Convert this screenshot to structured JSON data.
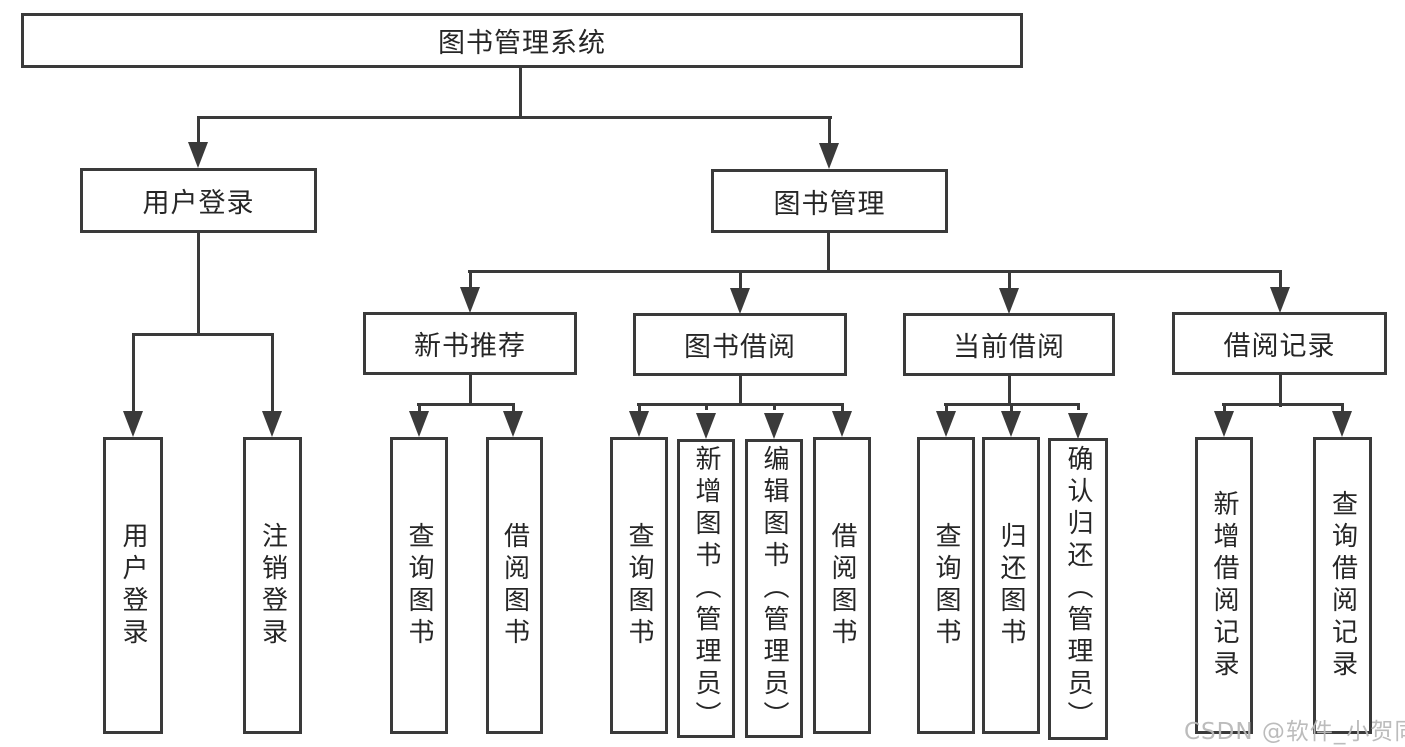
{
  "diagram_title": "图书管理系统",
  "tree": {
    "label": "图书管理系统",
    "children": [
      {
        "label": "用户登录",
        "children": [
          {
            "label": "用户登录"
          },
          {
            "label": "注销登录"
          }
        ]
      },
      {
        "label": "图书管理",
        "children": [
          {
            "label": "新书推荐",
            "children": [
              {
                "label": "查询图书"
              },
              {
                "label": "借阅图书"
              }
            ]
          },
          {
            "label": "图书借阅",
            "children": [
              {
                "label": "查询图书"
              },
              {
                "label": "新增图书（管理员）"
              },
              {
                "label": "编辑图书（管理员）"
              },
              {
                "label": "借阅图书"
              }
            ]
          },
          {
            "label": "当前借阅",
            "children": [
              {
                "label": "查询图书"
              },
              {
                "label": "归还图书"
              },
              {
                "label": "确认归还（管理员）"
              }
            ]
          },
          {
            "label": "借阅记录",
            "children": [
              {
                "label": "新增借阅记录"
              },
              {
                "label": "查询借阅记录"
              }
            ]
          }
        ]
      }
    ]
  },
  "watermark": {
    "text": "CSDN @软件_小贺同学"
  },
  "colors": {
    "line": "#3a3a3a",
    "text": "#262626",
    "watermark": "#b8b8b8",
    "background": "#ffffff"
  }
}
